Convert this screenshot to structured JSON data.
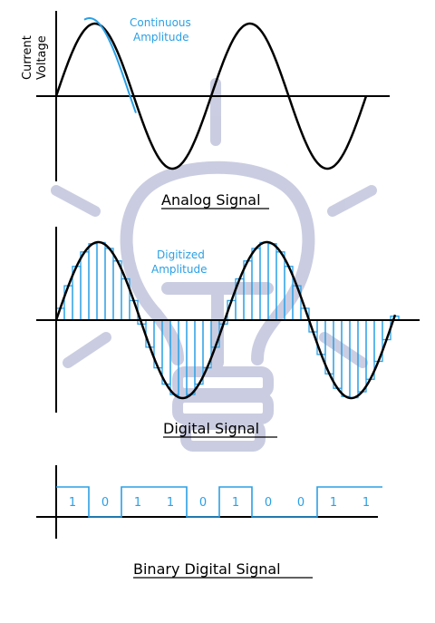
{
  "axis_label": [
    "Current",
    "Voltage"
  ],
  "analog": {
    "annotation": [
      "Continuous",
      "Amplitude"
    ],
    "title": "Analog Signal"
  },
  "digital": {
    "annotation": [
      "Digitized",
      "Amplitude"
    ],
    "title": "Digital Signal"
  },
  "binary": {
    "bits": [
      "1",
      "0",
      "1",
      "1",
      "0",
      "1",
      "0",
      "0",
      "1",
      "1"
    ],
    "title": "Binary Digital Signal"
  },
  "colors": {
    "wave": "#000000",
    "accent": "#2aa0e6",
    "watermark": "#c8cbe0"
  },
  "icons": {
    "watermark": "lightbulb-icon"
  }
}
